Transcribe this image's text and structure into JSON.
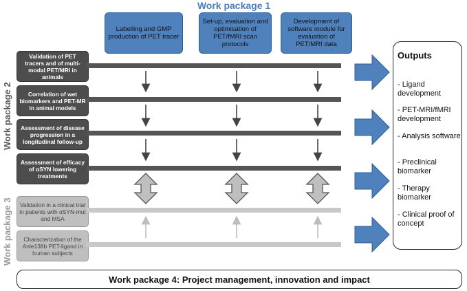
{
  "wp1": {
    "title": "Work package 1",
    "boxes": [
      "Labelling and GMP production of PET tracer",
      "Set-up, evaluation and optimisation of PET/fMRI scan protocols",
      "Development of software module for evaluation of PET/MRI data"
    ]
  },
  "wp2": {
    "label": "Work package 2",
    "rows": [
      "Validation of PET tracers and of multi-modal PET/MRI in animals",
      "Correlation of wet biomarkers and PET-MR in animal models",
      "Assessment of disease progression in a longitudinal follow-up",
      "Assessment of efficacy of αSYN lowering treatments"
    ]
  },
  "wp3": {
    "label": "Work package 3",
    "rows": [
      "Validation in a clinical trial in patients with αSYN-mut and MSA",
      "Characterization of the Anle138b PET-ligand in human subjects"
    ]
  },
  "outputs": {
    "title": "Outputs",
    "items": [
      "- Ligand development",
      "- PET-MRI/fMRI development",
      "- Analysis software",
      "- Preclinical biomarker",
      "- Therapy biomarker",
      "- Clinical proof of concept"
    ]
  },
  "wp4": {
    "label": "Work package 4: Project management, innovation and impact"
  },
  "colors": {
    "blue": "#4f81bd",
    "dark": "#4d4d4d",
    "light": "#bfbfbf"
  }
}
